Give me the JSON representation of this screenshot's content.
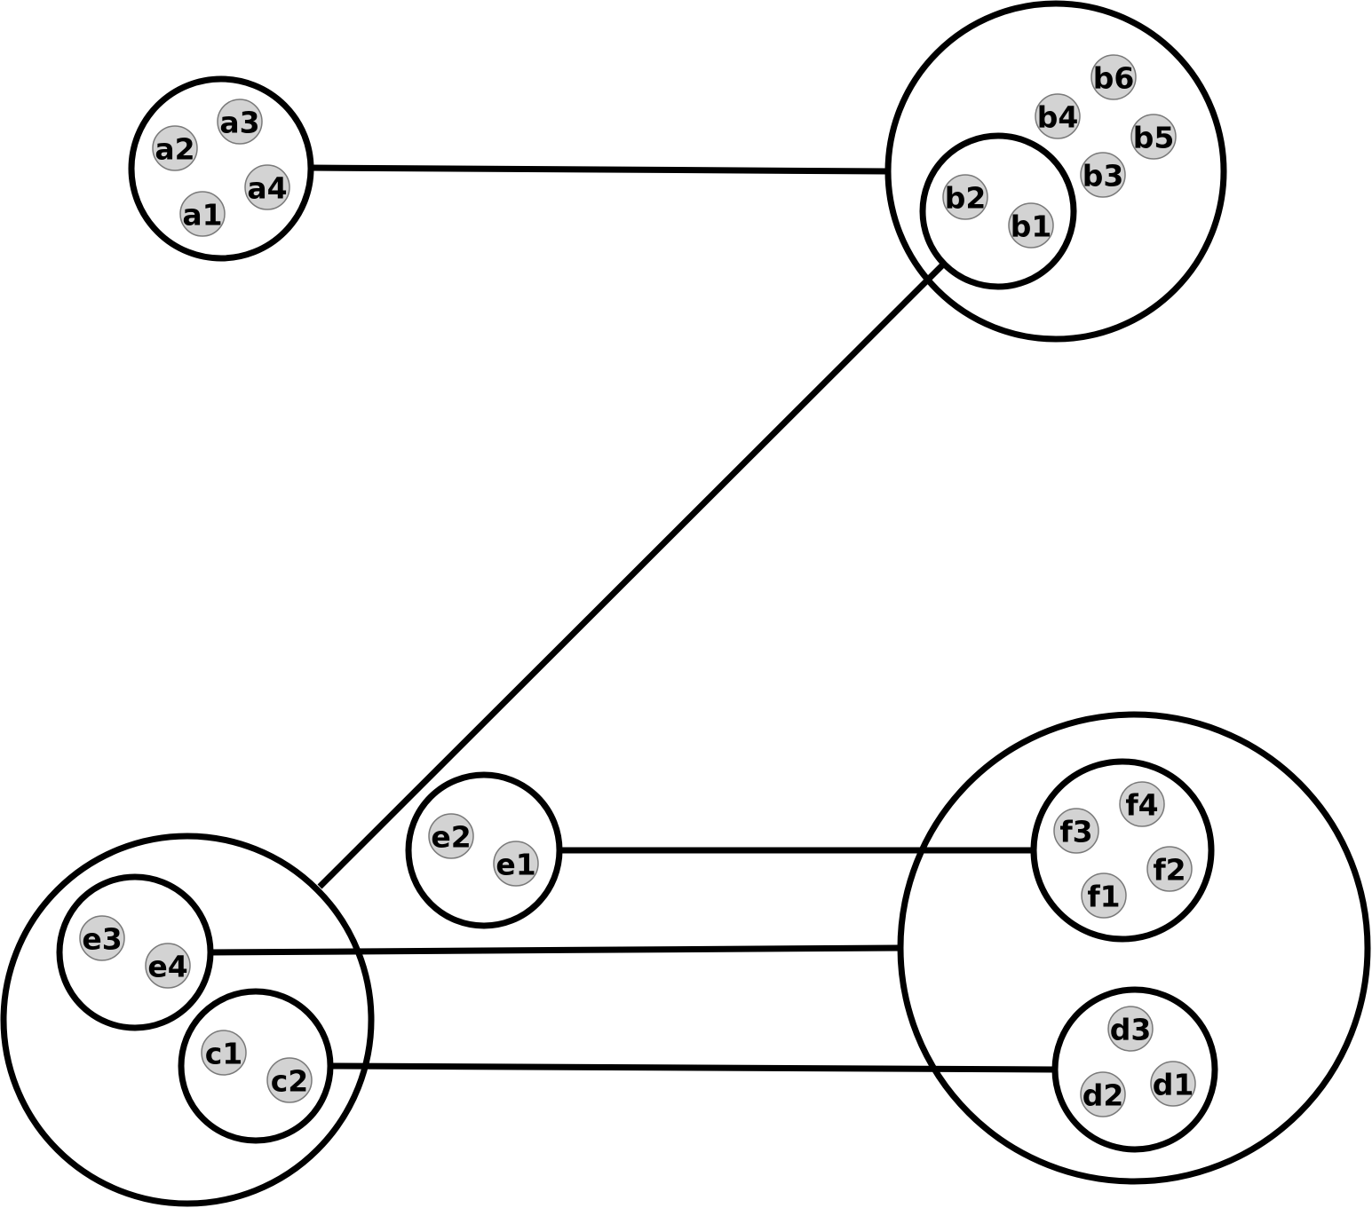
{
  "diagram": {
    "colors": {
      "stroke": "#000000",
      "node_fill": "#d3d3d3",
      "node_outline": "#7a7a7a",
      "background": "#ffffff"
    },
    "groups": [
      {
        "id": "A"
      },
      {
        "id": "B"
      },
      {
        "id": "B-inner"
      },
      {
        "id": "E-outer"
      },
      {
        "id": "E-inner"
      },
      {
        "id": "C"
      },
      {
        "id": "E-mid"
      },
      {
        "id": "DF-outer"
      },
      {
        "id": "F"
      },
      {
        "id": "D"
      }
    ],
    "nodes": [
      {
        "id": "a1",
        "label": "a1",
        "group": "A"
      },
      {
        "id": "a2",
        "label": "a2",
        "group": "A"
      },
      {
        "id": "a3",
        "label": "a3",
        "group": "A"
      },
      {
        "id": "a4",
        "label": "a4",
        "group": "A"
      },
      {
        "id": "b1",
        "label": "b1",
        "group": "B-inner"
      },
      {
        "id": "b2",
        "label": "b2",
        "group": "B-inner"
      },
      {
        "id": "b3",
        "label": "b3",
        "group": "B"
      },
      {
        "id": "b4",
        "label": "b4",
        "group": "B"
      },
      {
        "id": "b5",
        "label": "b5",
        "group": "B"
      },
      {
        "id": "b6",
        "label": "b6",
        "group": "B"
      },
      {
        "id": "e1",
        "label": "e1",
        "group": "E-mid"
      },
      {
        "id": "e2",
        "label": "e2",
        "group": "E-mid"
      },
      {
        "id": "e3",
        "label": "e3",
        "group": "E-inner"
      },
      {
        "id": "e4",
        "label": "e4",
        "group": "E-inner"
      },
      {
        "id": "c1",
        "label": "c1",
        "group": "C"
      },
      {
        "id": "c2",
        "label": "c2",
        "group": "C"
      },
      {
        "id": "f1",
        "label": "f1",
        "group": "F"
      },
      {
        "id": "f2",
        "label": "f2",
        "group": "F"
      },
      {
        "id": "f3",
        "label": "f3",
        "group": "F"
      },
      {
        "id": "f4",
        "label": "f4",
        "group": "F"
      },
      {
        "id": "d1",
        "label": "d1",
        "group": "D"
      },
      {
        "id": "d2",
        "label": "d2",
        "group": "D"
      },
      {
        "id": "d3",
        "label": "d3",
        "group": "D"
      }
    ],
    "edges": [
      {
        "from": "A",
        "to": "B"
      },
      {
        "from": "B-inner",
        "to": "E-outer"
      },
      {
        "from": "E-mid",
        "to": "F"
      },
      {
        "from": "E-inner",
        "to": "DF-outer"
      },
      {
        "from": "C",
        "to": "D"
      }
    ]
  }
}
